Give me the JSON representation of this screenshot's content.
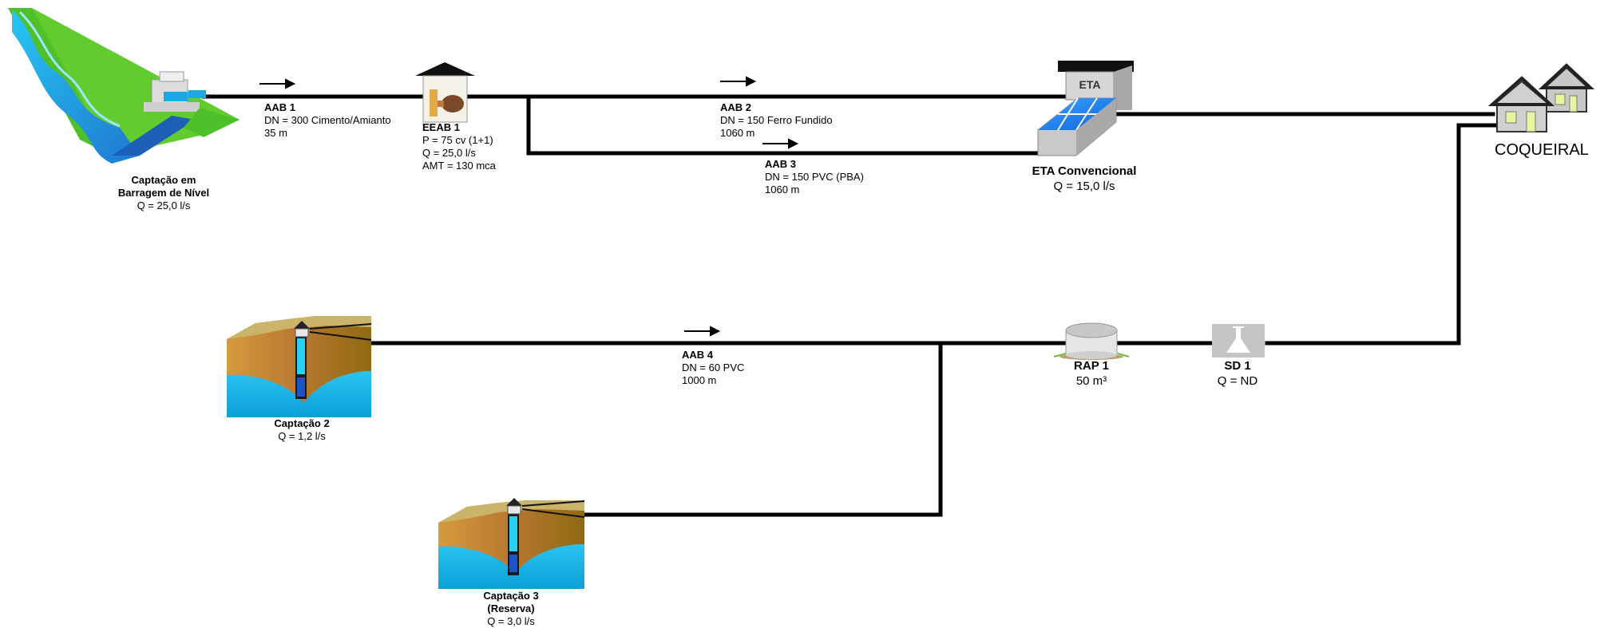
{
  "colors": {
    "pipe": "#000000",
    "water": "#1aa9e6",
    "grass": "#56c22a",
    "soil": "#b8782f",
    "house": "#b9b9b9"
  },
  "captacao1": {
    "title1": "Captação em",
    "title2": "Barragem de Nível",
    "flow": "Q = 25,0 l/s",
    "icon": "dam-icon"
  },
  "aab1": {
    "title": "AAB 1",
    "dn": "DN = 300 Cimento/Amianto",
    "length": "35 m"
  },
  "eeab1": {
    "title": "EEAB 1",
    "power": "P = 75 cv (1+1)",
    "flow": "Q = 25,0 l/s",
    "amt": "AMT = 130 mca",
    "icon": "pump-station-icon"
  },
  "aab2": {
    "title": "AAB 2",
    "dn": "DN = 150 Ferro Fundido",
    "length": "1060 m"
  },
  "aab3": {
    "title": "AAB 3",
    "dn": "DN = 150 PVC (PBA)",
    "length": "1060 m"
  },
  "eta": {
    "sign": "ETA",
    "title": "ETA Convencional",
    "flow": "Q = 15,0 l/s",
    "icon": "treatment-plant-icon"
  },
  "coqueiral": {
    "title": "COQUEIRAL",
    "icon": "houses-icon"
  },
  "captacao2": {
    "title": "Captação 2",
    "flow": "Q = 1,2 l/s",
    "icon": "well-icon"
  },
  "aab4": {
    "title": "AAB 4",
    "dn": "DN = 60 PVC",
    "length": "1000 m"
  },
  "rap1": {
    "title": "RAP 1",
    "volume": "50 m³",
    "icon": "reservoir-icon"
  },
  "sd1": {
    "title": "SD 1",
    "flow": "Q = ND",
    "icon": "flask-icon"
  },
  "captacao3": {
    "title1": "Captação 3",
    "title2": "(Reserva)",
    "flow": "Q = 3,0 l/s",
    "icon": "well-icon"
  }
}
